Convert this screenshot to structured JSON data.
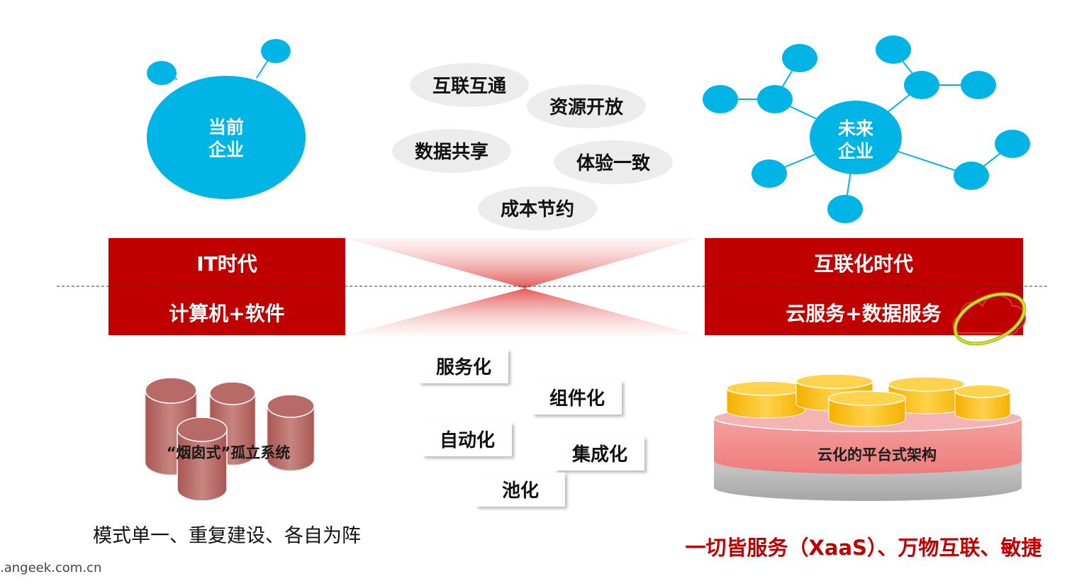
{
  "colors": {
    "cyan": "#00b4e6",
    "red": "#c00000",
    "pill": "#ececec",
    "cylinder_red": "#b86a66",
    "platform_pink": "#f08c8c",
    "platform_gray": "#b4b4b4",
    "gold": "#ffc000"
  },
  "left_node": {
    "line1": "当前",
    "line2": "企业"
  },
  "right_node": {
    "line1": "未来",
    "line2": "企业"
  },
  "benefits": [
    "互联互通",
    "资源开放",
    "数据共享",
    "体验一致",
    "成本节约"
  ],
  "left_banner": {
    "top": "IT时代",
    "bottom": "计算机+软件"
  },
  "right_banner": {
    "top": "互联化时代",
    "bottom": "云服务+数据服务",
    "icon": "cloud-icon"
  },
  "left_stack_caption": "“烟囱式”孤立系统",
  "platform_caption": "云化的平台式架构",
  "methods": [
    "服务化",
    "组件化",
    "自动化",
    "集成化",
    "池化"
  ],
  "left_summary": "模式单一、重复建设、各自为阵",
  "right_summary": "一切皆服务（XaaS）、万物互联、敏捷",
  "watermark": ".angeek.com.cn"
}
